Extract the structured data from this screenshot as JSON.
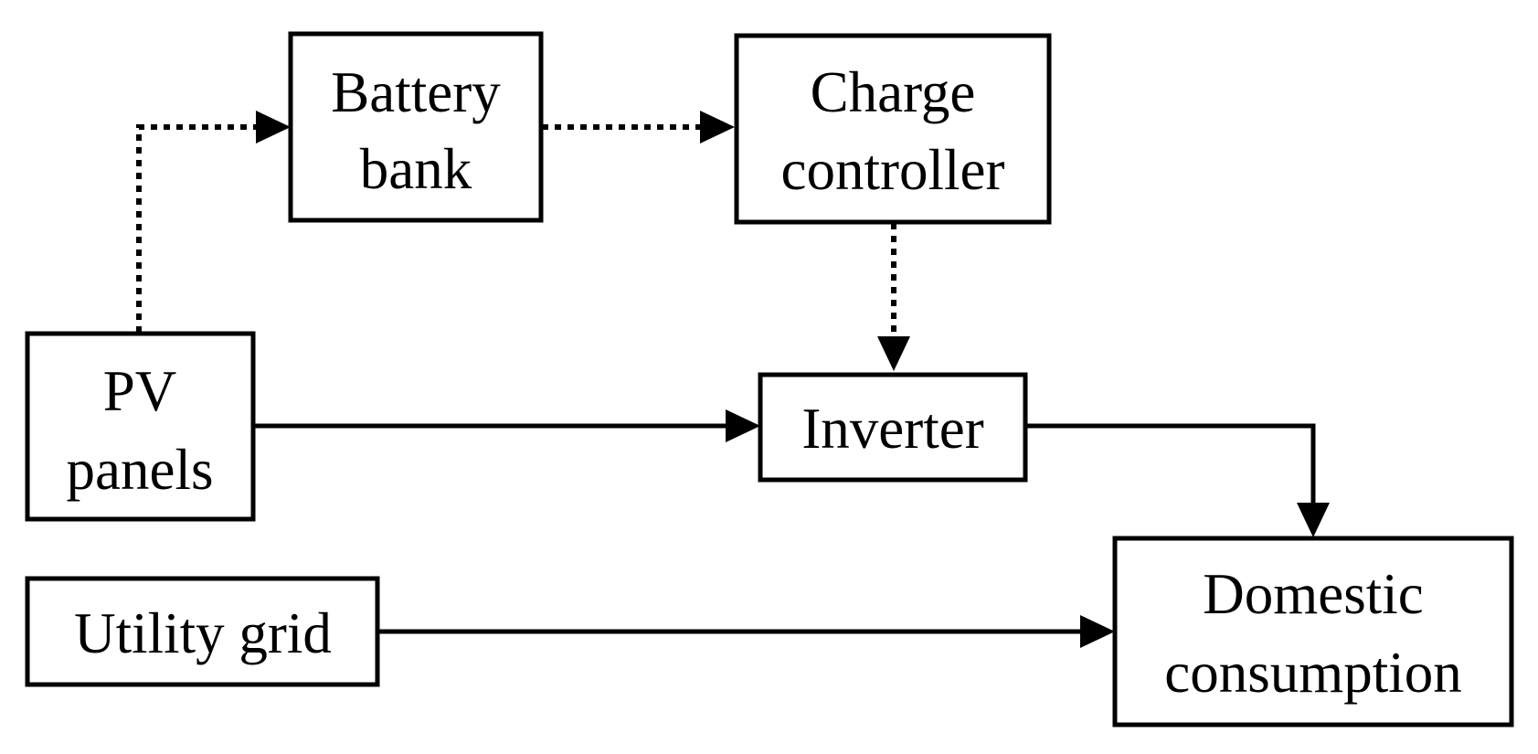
{
  "nodes": {
    "battery_bank": {
      "line1": "Battery",
      "line2": "bank"
    },
    "charge_controller": {
      "line1": "Charge",
      "line2": "controller"
    },
    "pv_panels": {
      "line1": "PV",
      "line2": "panels"
    },
    "inverter": {
      "label": "Inverter"
    },
    "utility_grid": {
      "label": "Utility grid"
    },
    "domestic_consumption": {
      "line1": "Domestic",
      "line2": "consumption"
    }
  },
  "edges": [
    {
      "from": "PV panels",
      "to": "Battery bank",
      "style": "dotted"
    },
    {
      "from": "Battery bank",
      "to": "Charge controller",
      "style": "dotted"
    },
    {
      "from": "Charge controller",
      "to": "Inverter",
      "style": "dotted"
    },
    {
      "from": "PV panels",
      "to": "Inverter",
      "style": "solid"
    },
    {
      "from": "Inverter",
      "to": "Domestic consumption",
      "style": "solid"
    },
    {
      "from": "Utility grid",
      "to": "Domestic consumption",
      "style": "solid"
    }
  ]
}
